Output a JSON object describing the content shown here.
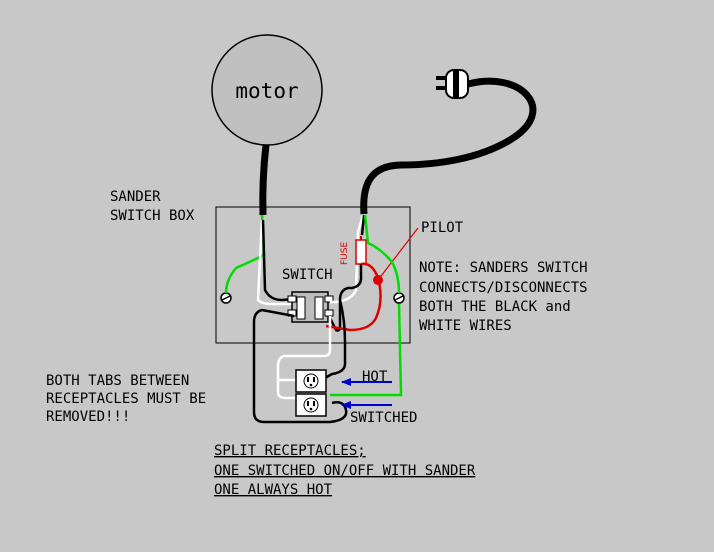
{
  "diagram": {
    "motor_label": "motor",
    "box_label_line1": "SANDER",
    "box_label_line2": "SWITCH BOX",
    "switch_label": "SWITCH",
    "fuse_label": "FUSE",
    "pilot_label": "PILOT",
    "note_lines": [
      "NOTE: SANDERS SWITCH",
      "CONNECTS/DISCONNECTS",
      "BOTH THE BLACK and",
      "WHITE WIRES"
    ],
    "hot_label": "HOT",
    "switched_label": "SWITCHED",
    "tabs_lines": [
      "BOTH TABS BETWEEN",
      "RECEPTACLES MUST BE",
      "REMOVED!!!"
    ],
    "split_lines": [
      "SPLIT RECEPTACLES;",
      "ONE SWITCHED ON/OFF WITH SANDER",
      "ONE ALWAYS HOT"
    ]
  },
  "colors": {
    "background": "#c8c8c8",
    "black_wire": "#000000",
    "white_wire": "#ffffff",
    "ground_wire": "#00dd00",
    "pilot_wire": "#dd0000",
    "arrow": "#0000cc",
    "motor_fill": "#c0c0c0"
  }
}
